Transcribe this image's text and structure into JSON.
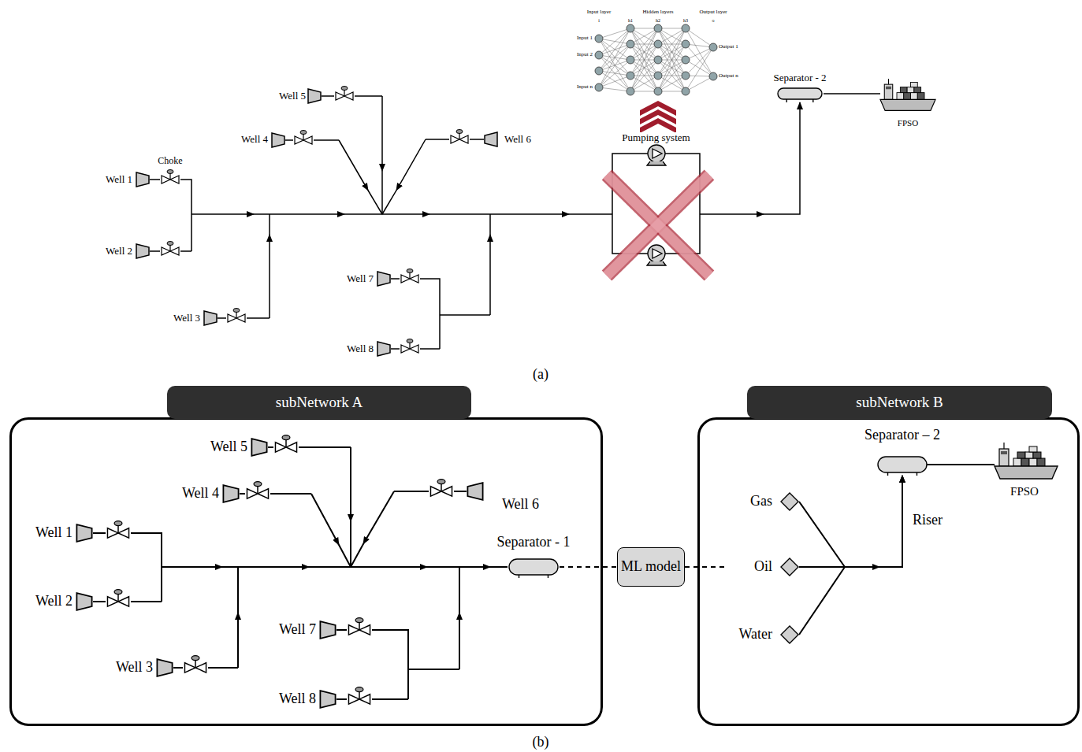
{
  "diagram": {
    "nodes": [
      {
        "text": [
          "Separator - 2"
        ]
      },
      {
        "text": [
          "Pumping system"
        ]
      },
      {
        "text": [
          "subNetwork A"
        ]
      },
      {
        "text": [
          "Separator - 1"
        ],
        "in": 2
      },
      {
        "text": [
          "ML model"
        ]
      },
      {
        "text": [
          "subNetwork B"
        ]
      },
      {
        "text": [
          "Gas"
        ],
        "in": 5
      },
      {
        "text": [
          "Oil"
        ],
        "in": 5
      },
      {
        "text": [
          "Water"
        ],
        "in": 5
      },
      {
        "text": [
          "Separator – 2"
        ],
        "in": 5
      }
    ],
    "edges": [
      {
        "from": 1,
        "to": 0,
        "arrow": "to"
      },
      {
        "from": 3,
        "to": 4,
        "arrow": "none"
      },
      {
        "from": 4,
        "to": 7,
        "arrow": "none"
      },
      {
        "from": 6,
        "to": 9,
        "arrow": "to"
      },
      {
        "from": 7,
        "to": 9,
        "arrow": "to"
      },
      {
        "from": 8,
        "to": 9,
        "arrow": "to"
      }
    ],
    "labels": [
      "Choke",
      "Well 1",
      "Well 2",
      "Well 3",
      "Well 4",
      "Well 5",
      "Well 6",
      "Well 7",
      "Well 8",
      "Input layer",
      "i",
      "Hidden layers",
      "h1",
      "h2",
      "h3",
      "Output layer",
      "o",
      "Input 1",
      "Input 2",
      "Input n",
      "Output 1",
      "Output n",
      "FPSO",
      "(a)",
      "Well 1",
      "Well 2",
      "Well 3",
      "Well 4",
      "Well 5",
      "Well 6",
      "Well 7",
      "Well 8",
      "Riser",
      "FPSO",
      "(b)"
    ]
  }
}
